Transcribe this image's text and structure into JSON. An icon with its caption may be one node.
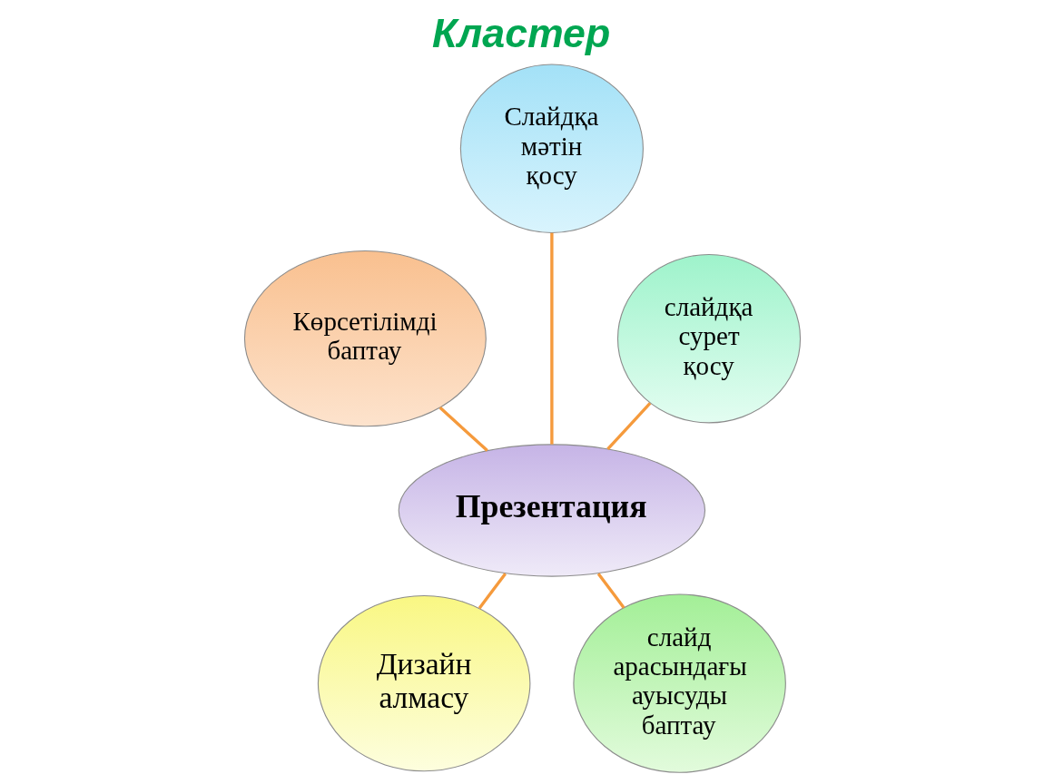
{
  "diagram": {
    "title": "Кластер",
    "nodes": [
      {
        "text": [
          "Слайдқа мәтін қосу"
        ]
      },
      {
        "text": [
          "Көрсетілімді баптау"
        ]
      },
      {
        "text": [
          "слайдқа сурет қосу"
        ]
      },
      {
        "text": [
          "Презентация"
        ]
      },
      {
        "text": [
          "Дизайн алмасу"
        ]
      },
      {
        "text": [
          "слайд арасындағы ауысуды баптау"
        ]
      }
    ],
    "edges": [
      {
        "from": 1,
        "to": 3,
        "arrow": "none"
      },
      {
        "from": 0,
        "to": 3,
        "arrow": "none"
      },
      {
        "from": 2,
        "to": 3,
        "arrow": "none"
      },
      {
        "from": 3,
        "to": 4,
        "arrow": "none"
      },
      {
        "from": 3,
        "to": 5,
        "arrow": "none"
      }
    ]
  }
}
